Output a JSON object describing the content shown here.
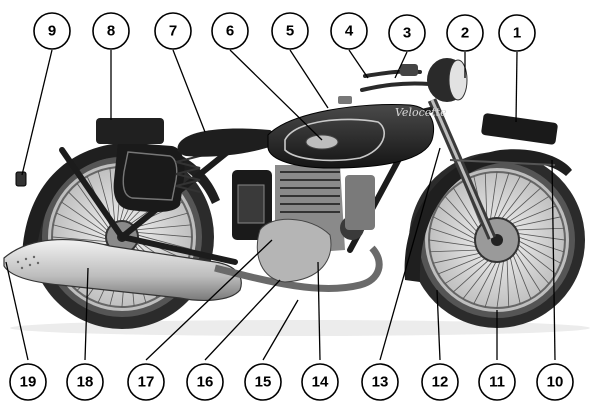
{
  "brand_script": "Velocette",
  "colors": {
    "ink": "#000000",
    "paper": "#ffffff",
    "body": "#2a2a2a",
    "chrome": "#cfcfcf",
    "shadow": "#e6e6e6"
  },
  "callouts": [
    {
      "label": "1"
    },
    {
      "label": "2"
    },
    {
      "label": "3"
    },
    {
      "label": "4"
    },
    {
      "label": "5"
    },
    {
      "label": "6"
    },
    {
      "label": "7"
    },
    {
      "label": "8"
    },
    {
      "label": "9"
    },
    {
      "label": "10"
    },
    {
      "label": "11"
    },
    {
      "label": "12"
    },
    {
      "label": "13"
    },
    {
      "label": "14"
    },
    {
      "label": "15"
    },
    {
      "label": "16"
    },
    {
      "label": "17"
    },
    {
      "label": "18"
    },
    {
      "label": "19"
    }
  ]
}
